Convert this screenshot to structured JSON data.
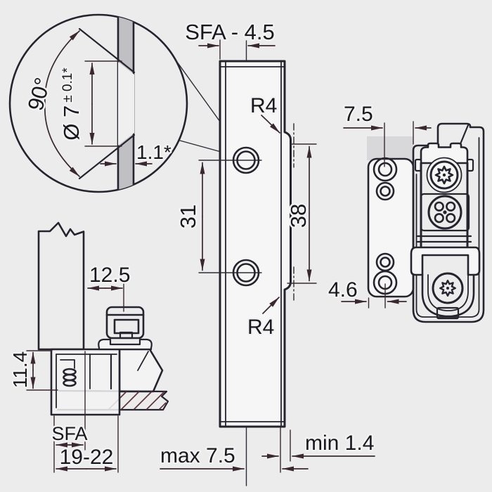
{
  "drawing_type": "hinge-technical-drawing",
  "labels": {
    "detail": {
      "angle": "90°",
      "diameter": "Ø 7",
      "tolerance": "± 0.1*",
      "flange_width": "1.1*"
    },
    "plate_front": {
      "top_dim": "SFA - 4.5",
      "radius_top": "R4",
      "radius_bottom": "R4",
      "hole_spacing": "31",
      "edge_length": "38",
      "overlay_max": "max 7.5",
      "gap_min": "min 1.4"
    },
    "hinge_side": {
      "cup_distance": "12.5",
      "cup_depth": "11.4",
      "sfa": "SFA",
      "drilling_range": "19-22"
    },
    "mounted": {
      "hole_offset": "7.5",
      "edge_distance": "4.6"
    }
  },
  "colors": {
    "background": "#ececec",
    "line": "#25242e",
    "dimension": "#3a2830",
    "panel_gray": "#cfcfd3",
    "section_gray": "#bfbfc4",
    "housing_gray": "#dcdcdf",
    "surface_white": "#f6f6f7"
  }
}
